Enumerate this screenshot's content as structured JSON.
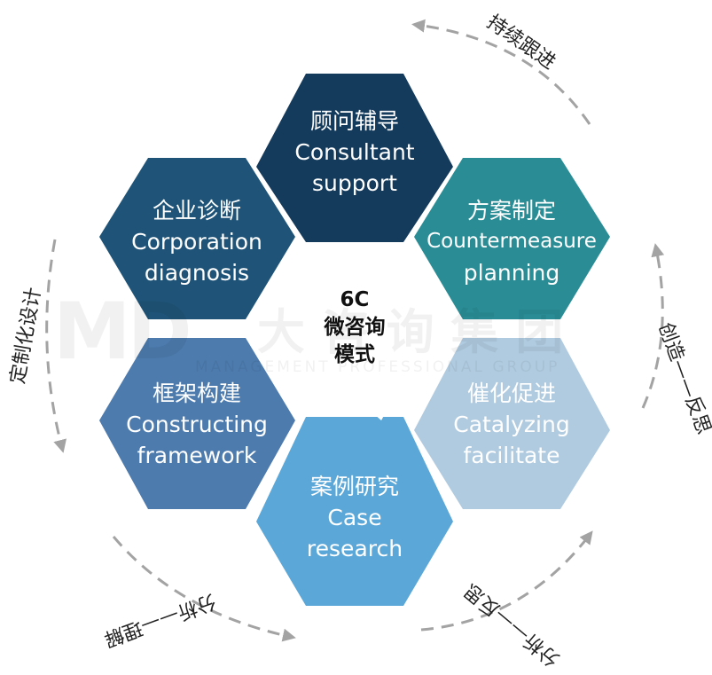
{
  "center": {
    "line1": "6C",
    "line2": "微咨询",
    "line3": "模式"
  },
  "hexes": [
    {
      "zh": "顾问辅导",
      "en1": "Consultant",
      "en2": "support",
      "color": "#143a5c"
    },
    {
      "zh": "方案制定",
      "en1": "Countermeasure",
      "en2": "planning",
      "color": "#2a8d96"
    },
    {
      "zh": "催化促进",
      "en1": "Catalyzing",
      "en2": "facilitate",
      "color": "#b0cbe0"
    },
    {
      "zh": "案例研究",
      "en1": "Case",
      "en2": "research",
      "color": "#5aa7d8"
    },
    {
      "zh": "框架构建",
      "en1": "Constructing",
      "en2": "framework",
      "color": "#4d7bae"
    },
    {
      "zh": "企业诊断",
      "en1": "Corporation",
      "en2": "diagnosis",
      "color": "#1f5478"
    }
  ],
  "cycle_labels": {
    "top_right": "持续跟进",
    "right": "创造——反思",
    "bottom_right": "分析——反思",
    "bottom_left": "分析——理解",
    "left": "定制化设计"
  },
  "watermark": {
    "logo": "MD",
    "name": "大 咨 询 集 团",
    "sub": "MANAGEMENT PROFESSIONAL GROUP"
  },
  "colors": {
    "arrow": "#a3a3a3",
    "center_bg": "#ffffff"
  }
}
